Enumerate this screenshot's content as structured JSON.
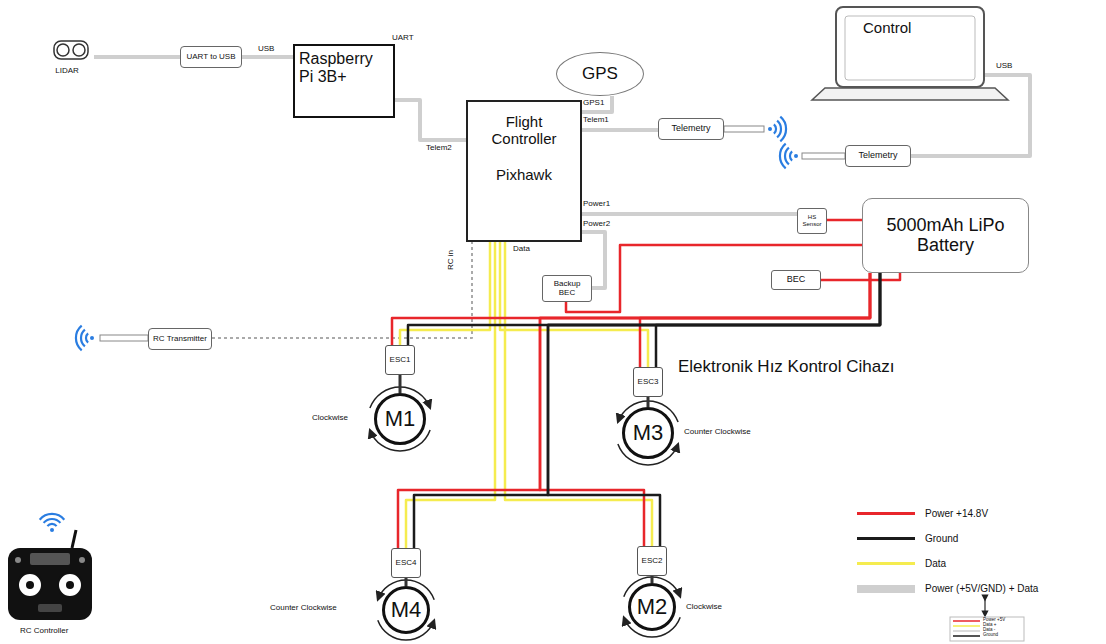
{
  "diagram": {
    "nodes": [
      {
        "text": [
          "LIDAR"
        ]
      },
      {
        "text": [
          "UART to USB"
        ]
      },
      {
        "text": [
          "Raspberry Pi 3B+"
        ]
      },
      {
        "text": [
          "GPS"
        ]
      },
      {
        "text": [
          "Flight Controller",
          "Pixhawk"
        ]
      },
      {
        "text": [
          "Telemetry"
        ]
      },
      {
        "text": [
          "Control"
        ]
      },
      {
        "text": [
          "Telemetry"
        ]
      },
      {
        "text": [
          "HS Sensor"
        ]
      },
      {
        "text": [
          "5000mAh LiPo Battery"
        ]
      },
      {
        "text": [
          "BEC"
        ]
      },
      {
        "text": [
          "Backup BEC"
        ]
      },
      {
        "text": [
          "RC Transmitter"
        ]
      },
      {
        "text": [
          "ESC1"
        ]
      },
      {
        "text": [
          "ESC3"
        ]
      },
      {
        "text": [
          "ESC4"
        ]
      },
      {
        "text": [
          "ESC2"
        ]
      },
      {
        "text": [
          "M1"
        ]
      },
      {
        "text": [
          "M3"
        ]
      },
      {
        "text": [
          "M4"
        ]
      },
      {
        "text": [
          "M2"
        ]
      }
    ],
    "edges": [
      {
        "from": 0,
        "to": 1,
        "arrow": "none"
      },
      {
        "from": 1,
        "to": 2,
        "arrow": "none"
      },
      {
        "from": 2,
        "to": 4,
        "arrow": "none"
      },
      {
        "from": 3,
        "to": 4,
        "arrow": "none"
      },
      {
        "from": 4,
        "to": 5,
        "arrow": "none"
      },
      {
        "from": 7,
        "to": 6,
        "arrow": "none"
      },
      {
        "from": 4,
        "to": 8,
        "arrow": "none"
      },
      {
        "from": 4,
        "to": 11,
        "arrow": "none"
      },
      {
        "from": 8,
        "to": 9,
        "arrow": "none"
      },
      {
        "from": 10,
        "to": 9,
        "arrow": "none"
      },
      {
        "from": 11,
        "to": 9,
        "arrow": "none"
      },
      {
        "from": 12,
        "to": 4,
        "arrow": "none"
      },
      {
        "from": 4,
        "to": 13,
        "arrow": "none"
      },
      {
        "from": 4,
        "to": 14,
        "arrow": "none"
      },
      {
        "from": 4,
        "to": 15,
        "arrow": "none"
      },
      {
        "from": 4,
        "to": 16,
        "arrow": "none"
      },
      {
        "from": 9,
        "to": 13,
        "arrow": "none"
      },
      {
        "from": 9,
        "to": 14,
        "arrow": "none"
      },
      {
        "from": 9,
        "to": 15,
        "arrow": "none"
      },
      {
        "from": 9,
        "to": 16,
        "arrow": "none"
      },
      {
        "from": 9,
        "to": 13,
        "arrow": "none"
      },
      {
        "from": 9,
        "to": 14,
        "arrow": "none"
      },
      {
        "from": 9,
        "to": 15,
        "arrow": "none"
      },
      {
        "from": 9,
        "to": 16,
        "arrow": "none"
      },
      {
        "from": 13,
        "to": 17,
        "arrow": "none"
      },
      {
        "from": 14,
        "to": 18,
        "arrow": "none"
      },
      {
        "from": 15,
        "to": 19,
        "arrow": "none"
      },
      {
        "from": 16,
        "to": 20,
        "arrow": "none"
      }
    ],
    "labels": [
      "USB",
      "UART",
      "Telem2",
      "GPS1",
      "Telem1",
      "USB",
      "Power1",
      "Power2",
      "Data",
      "RC in",
      "Elektronik Hız Kontrol Cihazı",
      "Clockwise",
      "Counter Clockwise",
      "Counter Clockwise",
      "Clockwise",
      "RC Controller",
      "Power +5V",
      "Data +",
      "Data -",
      "Ground"
    ],
    "legend": [
      {
        "text": "Power +14.8V",
        "color": "#e8262b"
      },
      {
        "text": "Ground",
        "color": "#1b1b1b"
      },
      {
        "text": "Data",
        "color": "#f5ec4f"
      },
      {
        "text": "Power (+5V/GND) + Data",
        "color": "#cfcfcf"
      }
    ]
  }
}
